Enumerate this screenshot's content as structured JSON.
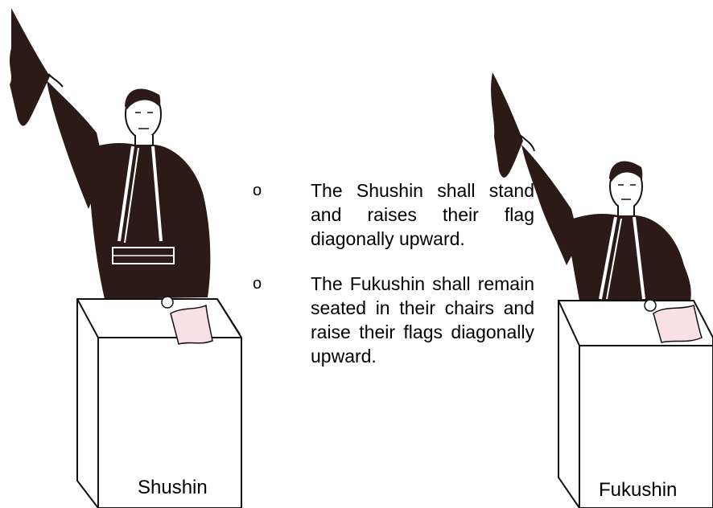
{
  "bullets": [
    {
      "mark": "o",
      "text": "The Shushin shall stand and raises their flag diagonally upward."
    },
    {
      "mark": "o",
      "text": "The Fukushin shall remain seated in their chairs and raise their flags diagonally upward."
    }
  ],
  "captions": {
    "left": "Shushin",
    "right": "Fukushin"
  },
  "colors": {
    "robe": "#2b1a16",
    "flag_white": "#f7e1e6",
    "outline": "#111111"
  }
}
